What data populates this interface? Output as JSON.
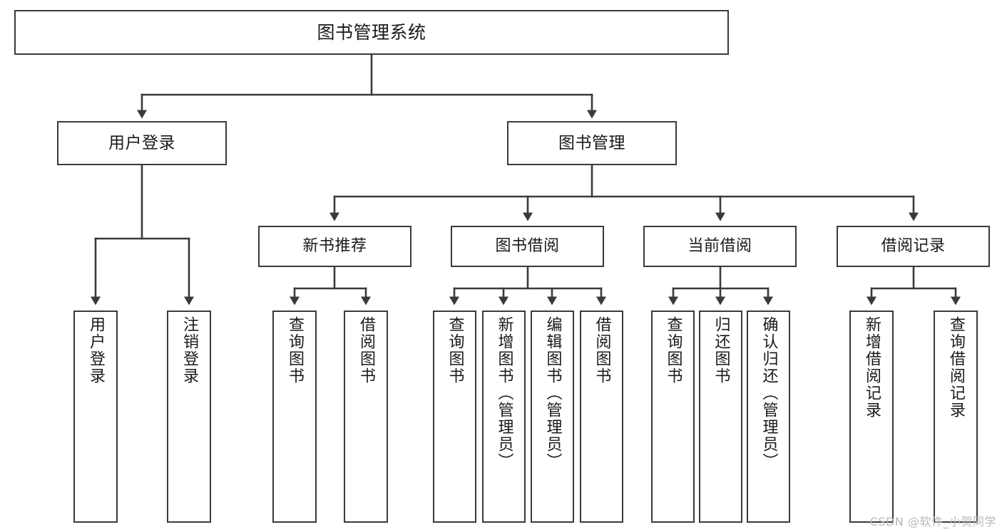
{
  "diagram": {
    "type": "tree",
    "title": "图书管理系统",
    "orientation": "top-down",
    "colors": {
      "box_border": "#3a3a3a",
      "box_fill": "#ffffff",
      "connector": "#3a3a3a",
      "text": "#1a1a1a",
      "watermark": "#b8b8b8",
      "background": "#ffffff"
    }
  },
  "root": {
    "label": "图书管理系统"
  },
  "level2": [
    {
      "label": "用户登录"
    },
    {
      "label": "图书管理"
    }
  ],
  "level3": [
    {
      "label": "新书推荐"
    },
    {
      "label": "图书借阅"
    },
    {
      "label": "当前借阅"
    },
    {
      "label": "借阅记录"
    }
  ],
  "leaves": {
    "user_login": [
      {
        "label": "用户登录"
      },
      {
        "label": "注销登录"
      }
    ],
    "new_book": [
      {
        "label": "查询图书"
      },
      {
        "label": "借阅图书"
      }
    ],
    "book_borrow": [
      {
        "label": "查询图书"
      },
      {
        "label": "新增图书（管理员）"
      },
      {
        "label": "编辑图书（管理员）"
      },
      {
        "label": "借阅图书"
      }
    ],
    "current_borrow": [
      {
        "label": "查询图书"
      },
      {
        "label": "归还图书"
      },
      {
        "label": "确认归还（管理员）"
      }
    ],
    "borrow_record": [
      {
        "label": "新增借阅记录"
      },
      {
        "label": "查询借阅记录"
      }
    ]
  },
  "watermark": {
    "text": "CSDN @软件_小贺同学"
  }
}
